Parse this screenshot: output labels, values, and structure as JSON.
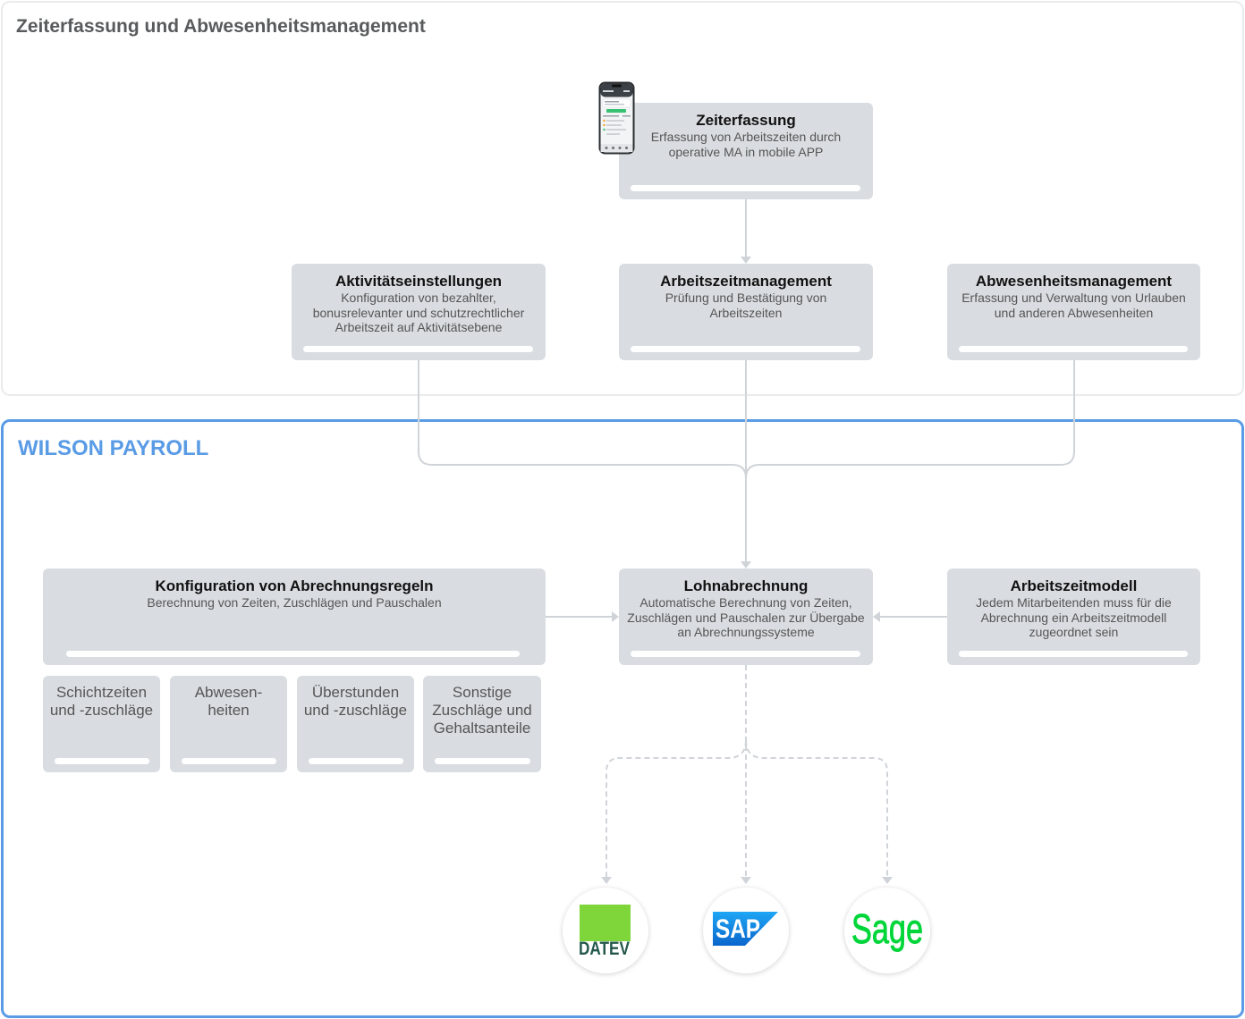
{
  "top_panel": {
    "title": "Zeiterfassung und Abwesenheitsmanagement"
  },
  "bottom_panel": {
    "title": "WILSON PAYROLL"
  },
  "nodes": {
    "zeiterfassung": {
      "title": "Zeiterfassung",
      "description": "Erfassung von Arbeitszeiten durch operative MA in mobile APP",
      "icon": "smartphone-icon"
    },
    "aktivitaetseinstellungen": {
      "title": "Aktivitätseinstellungen",
      "description": "Konfiguration von bezahlter, bonusrelevanter und schutzrechtlicher Arbeitszeit auf Aktivitätsebene"
    },
    "arbeitszeitmanagement": {
      "title": "Arbeitszeitmanagement",
      "description": "Prüfung und Bestätigung von Arbeitszeiten"
    },
    "abwesenheitsmanagement": {
      "title": "Abwesenheitsmanagement",
      "description": "Erfassung und Verwaltung von Urlauben und anderen Abwesenheiten"
    },
    "konfiguration": {
      "title": "Konfiguration von Abrechnungsregeln",
      "description": "Berechnung von Zeiten, Zuschlägen und Pauschalen"
    },
    "lohnabrechnung": {
      "title": "Lohnabrechnung",
      "description": "Automatische Berechnung von Zeiten, Zuschlägen und Pauschalen zur Übergabe an Abrechnungssysteme"
    },
    "arbeitszeitmodell": {
      "title": "Arbeitszeitmodell",
      "description": "Jedem Mitarbeitenden muss für die Abrechnung ein Arbeitszeitmodell zugeordnet sein"
    }
  },
  "sub_nodes": [
    {
      "label": "Schichtzeiten und -zuschläge"
    },
    {
      "label": "Abwesen-heiten"
    },
    {
      "label": "Überstunden und -zuschläge"
    },
    {
      "label": "Sonstige Zuschläge und Gehaltsanteile"
    }
  ],
  "integrations": [
    {
      "label": "DATEV",
      "icon": "datev-logo"
    },
    {
      "label": "SAP",
      "icon": "sap-logo"
    },
    {
      "label": "Sage",
      "icon": "sage-logo"
    }
  ],
  "colors": {
    "box_fill": "#d9dde1",
    "accent_blue": "#5a9be6",
    "connector": "#d0d4d9",
    "panel_border": "#e9ebed",
    "datev_green": "#7ed63b",
    "datev_text": "#24584d",
    "sap_blue_light": "#1ea6f5",
    "sap_blue_dark": "#0a66cc",
    "sage_green": "#00d639"
  }
}
